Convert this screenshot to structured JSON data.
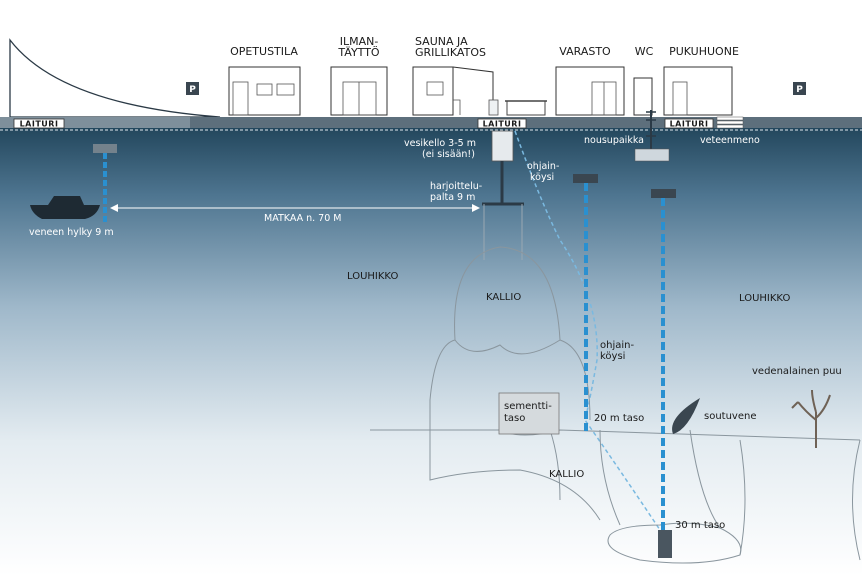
{
  "colors": {
    "water_top": "#25495f",
    "water_mid": "#6f93ad",
    "water_bottom": "#f6f9fb",
    "ground_line": "#3d4c58",
    "rope_blue": "#2a90d0",
    "buoy": "#3a4650",
    "rock_stroke": "#8a969e",
    "rock_fill": "#f2f4f5"
  },
  "buildings": {
    "opetustila": "OPETUSTILA",
    "ilman_1": "ILMAN-",
    "ilman_2": "TÄYTTÖ",
    "sauna_1": "SAUNA JA",
    "sauna_2": "GRILLIKATOS",
    "varasto": "VARASTO",
    "wc": "WC",
    "pukuhuone": "PUKUHUONE"
  },
  "parking": "P",
  "laituri": "LAITURI",
  "labels": {
    "vesikello_1": "vesikello 3-5 m",
    "vesikello_2": "(ei sisään!)",
    "ohjainkoysi_top_1": "ohjain-",
    "ohjainkoysi_top_2": "köysi",
    "nousupaikka": "nousupaikka",
    "veteenmeno": "veteenmeno",
    "harjoittelu_1": "harjoittelu-",
    "harjoittelu_2": "palta 9 m",
    "matkaa": "MATKAA n. 70 M",
    "hylky": "veneen hylky 9 m",
    "louhikko_left": "LOUHIKKO",
    "louhikko_right": "LOUHIKKO",
    "kallio_top": "KALLIO",
    "kallio_bottom": "KALLIO",
    "ohjainkoysi_mid_1": "ohjain-",
    "ohjainkoysi_mid_2": "köysi",
    "sementti_1": "sementti-",
    "sementti_2": "taso",
    "taso_20": "20 m taso",
    "soutuvene": "soutuvene",
    "puu": "vedenalainen puu",
    "taso_30": "30 m taso"
  }
}
